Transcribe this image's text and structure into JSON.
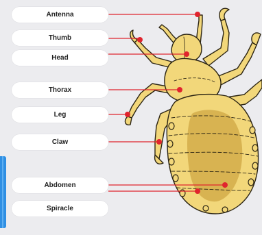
{
  "diagram": {
    "labels": [
      {
        "id": "antenna",
        "text": "Antenna"
      },
      {
        "id": "thumb",
        "text": "Thumb"
      },
      {
        "id": "head",
        "text": "Head"
      },
      {
        "id": "thorax",
        "text": "Thorax"
      },
      {
        "id": "leg",
        "text": "Leg"
      },
      {
        "id": "claw",
        "text": "Claw"
      },
      {
        "id": "abdomen",
        "text": "Abdomen"
      },
      {
        "id": "spiracle",
        "text": "Spiracle"
      }
    ],
    "colors": {
      "background": "#ececef",
      "leader": "#e0242d",
      "body": "#f2d77a",
      "body_dark": "#dcb862",
      "abdomen_patch": "#c99f3c",
      "outline": "#2b2413",
      "edge_tab": "#2f8fe3"
    }
  }
}
